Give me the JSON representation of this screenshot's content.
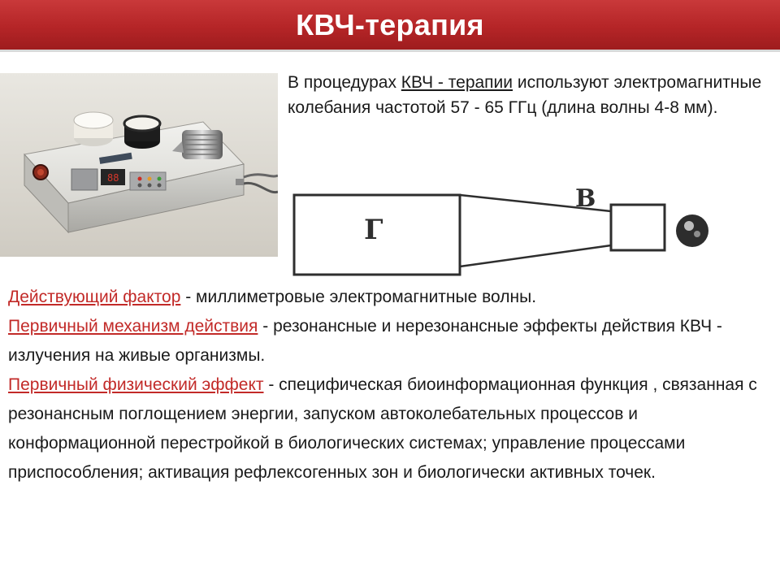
{
  "title": "КВЧ-терапия",
  "intro": {
    "pre": "В процедурах ",
    "link": "КВЧ - терапии",
    "post": " используют электромагнитные колебания частотой 57 - 65 ГГц (длина волны 4-8 мм)."
  },
  "diagram": {
    "label_g": "Г",
    "label_v": "В"
  },
  "paragraphs": [
    {
      "term": "Действующий фактор",
      "text": " - миллиметровые электромагнитные волны."
    },
    {
      "term": "Первичный механизм действия",
      "text": " - резонансные и нерезонансные эффекты действия КВЧ - излучения на живые организмы."
    },
    {
      "term": "Первичный физический эффект",
      "text": " - специфическая биоинформационная функция , связанная с резонансным поглощением энергии, запуском автоколебательных процессов и конформационной перестройкой в биологических системах; управление процессами приспособления; активация рефлексогенных зон и биологически активных точек."
    }
  ],
  "colors": {
    "title_bar": "#b52527",
    "term": "#c22a28",
    "text": "#1a1a1a"
  }
}
